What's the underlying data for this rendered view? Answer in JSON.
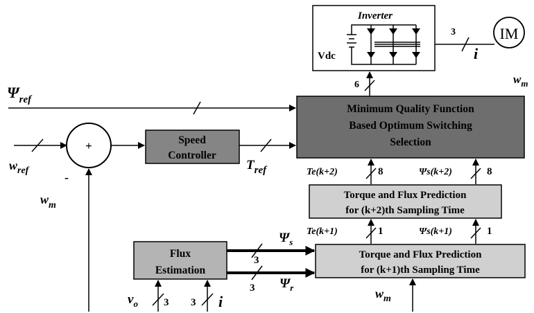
{
  "inverter": {
    "title": "Inverter",
    "dc_label": "Vdc"
  },
  "motor": {
    "label": "IM"
  },
  "blocks": {
    "mqf": {
      "line1": "Minimum Quality Function",
      "line2": "Based Optimum Switching",
      "line3": "Selection"
    },
    "speed": {
      "line1": "Speed",
      "line2": "Controller"
    },
    "pred2": {
      "line1": "Torque and Flux Prediction",
      "line2": "for (k+2)th Sampling Time"
    },
    "pred1": {
      "line1": "Torque and Flux Prediction",
      "line2": "for (k+1)th Sampling Time"
    },
    "flux": {
      "line1": "Flux",
      "line2": "Estimation"
    },
    "sum": {
      "sign_plus": "+",
      "sign_minus": "-"
    }
  },
  "signals": {
    "psi_ref": {
      "main": "Ψ",
      "sub": "ref"
    },
    "w_ref": {
      "main": "w",
      "sub": "ref"
    },
    "w_m": {
      "main": "w",
      "sub": "m"
    },
    "t_ref": {
      "main": "T",
      "sub": "ref"
    },
    "te_k2": "Te(k+2)",
    "psis_k2": "Ψs(k+2)",
    "te_k1": "Te(k+1)",
    "psis_k1": "Ψs(k+1)",
    "psi_s": {
      "main": "Ψ",
      "sub": "s"
    },
    "psi_r": {
      "main": "Ψ",
      "sub": "r"
    },
    "v_o": {
      "main": "v",
      "sub": "o"
    },
    "i": "i"
  },
  "bus_widths": {
    "motor_phases": "3",
    "gate_signals": "6",
    "te_k2": "8",
    "psis_k2": "8",
    "te_k1": "1",
    "psis_k1": "1",
    "psi_s": "3",
    "psi_r": "3",
    "v_o": "3",
    "i": "3"
  },
  "colors": {
    "mqf_fill": "#6e6e6e",
    "speed_fill": "#858585",
    "light_fill": "#d0d0d0",
    "line": "#000000"
  }
}
